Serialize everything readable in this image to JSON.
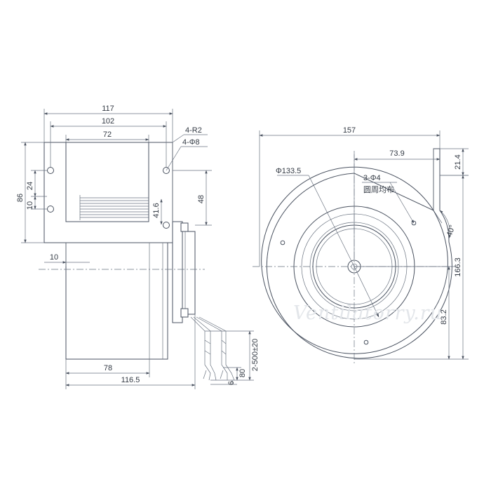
{
  "side_view": {
    "dims": {
      "overall_width": "117",
      "hole_spacing": "102",
      "outlet_width": "72",
      "corner_radius": "4-R2",
      "mount_holes": "4-Φ8",
      "overall_height": "86",
      "outlet_height": "24",
      "outlet_offset": "10",
      "inlet_height": "41.6",
      "flange_height": "48",
      "flange_offset": "10",
      "motor_width": "78",
      "total_depth": "116.5",
      "lead_length": "2-500±20",
      "lead_strip": "80",
      "lead_end": "6"
    }
  },
  "front_view": {
    "dims": {
      "overall_width": "157",
      "center_offset": "73.9",
      "inlet_diameter": "Φ133.5",
      "fixing_holes": "3-Φ4",
      "fixing_note": "圆周均布",
      "outlet_thickness": "21.4",
      "angle": "40°",
      "overall_height": "166.3",
      "center_height": "83.2"
    }
  },
  "watermark": "Ventilatorry.ru",
  "colors": {
    "line": "#4a5260",
    "text": "#333a44",
    "background": "#ffffff"
  }
}
